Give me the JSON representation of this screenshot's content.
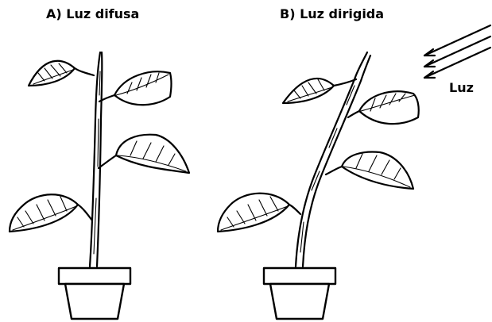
{
  "panel_a": {
    "title": "A) Luz difusa"
  },
  "panel_b": {
    "title": "B) Luz dirigida"
  },
  "light_label": "Luz"
}
